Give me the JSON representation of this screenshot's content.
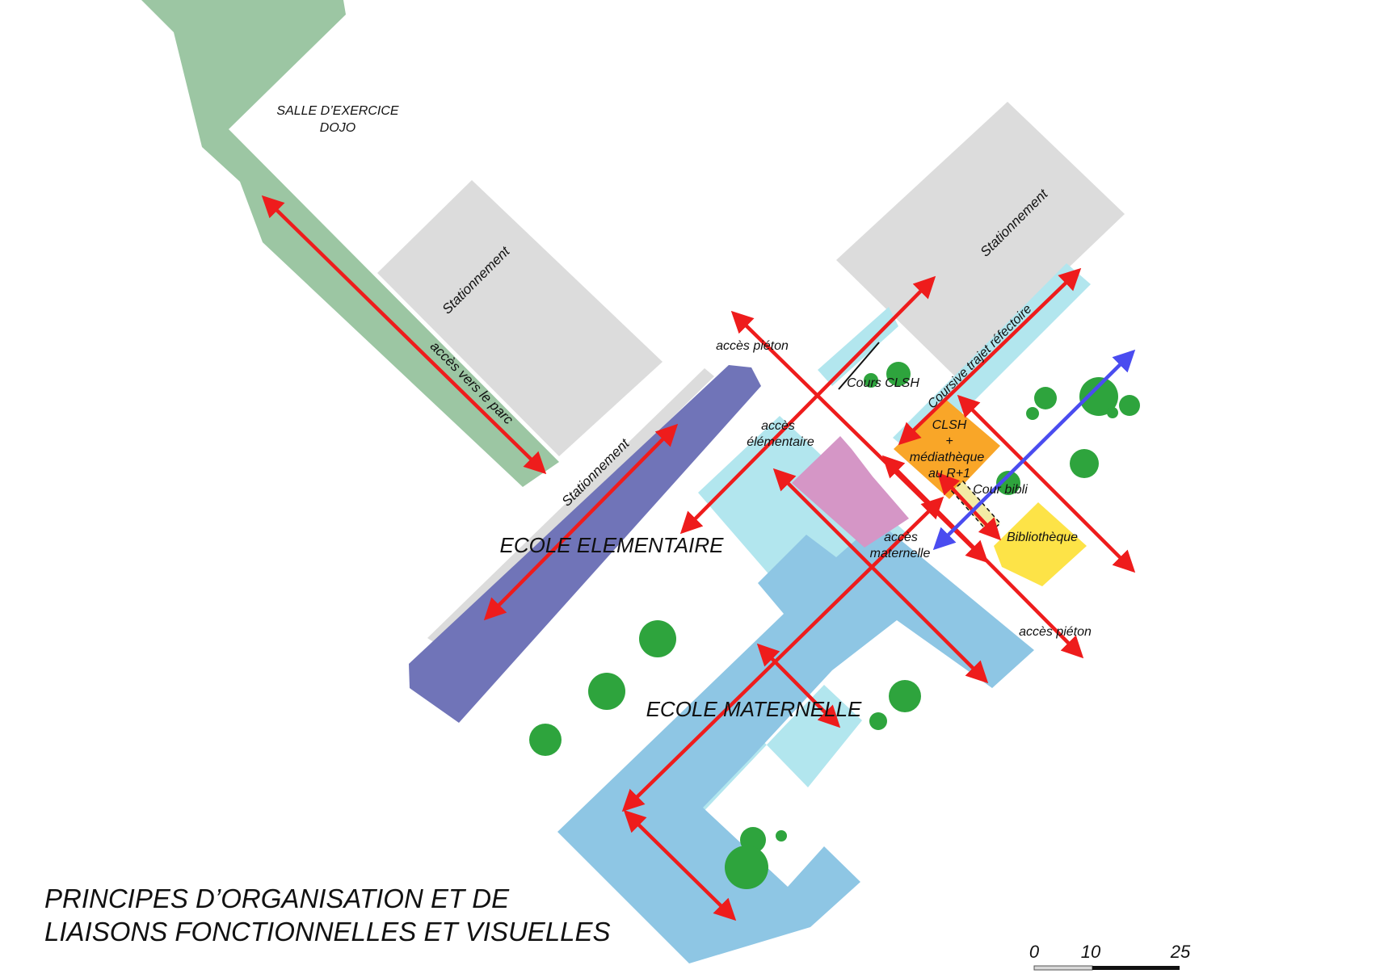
{
  "title": {
    "line1": "PRINCIPES D’ORGANISATION ET DE",
    "line2": "LIAISONS FONCTIONNELLES ET VISUELLES"
  },
  "labels": {
    "salle_exercice_line1": "SALLE D’EXERCICE",
    "salle_exercice_line2": "DOJO",
    "stationnement_left": "Stationnement",
    "stationnement_right": "Stationnement",
    "stationnement_lower": "Stationnement",
    "acces_parc": "accès vers le parc",
    "acces_pieton_top": "accès piéton",
    "acces_pieton_bottom": "accès piéton",
    "cours_clsh": "Cours CLSH",
    "coursive": "Coursive trajet réfectoire",
    "acces_elementaire_line1": "accès",
    "acces_elementaire_line2": "élémentaire",
    "clsh_line1": "CLSH",
    "clsh_line2": "+",
    "clsh_line3": "médiathèque",
    "clsh_line4": "au R+1",
    "cour_bibli": "Cour bibli",
    "bibliotheque": "Bibliothèque",
    "acces_maternelle_line1": "accès",
    "acces_maternelle_line2": "maternelle",
    "ecole_elementaire": "ECOLE ELEMENTAIRE",
    "ecole_maternelle": "ECOLE MATERNELLE"
  },
  "scale_bar": {
    "tick_0": "0",
    "tick_10": "10",
    "tick_25": "25"
  },
  "colors": {
    "park_green": "#9cc6a3",
    "parking_grey": "#dcdcdc",
    "elementary_purple": "#7074b8",
    "courtyard_light_blue": "#b2e6ee",
    "maternelle_blue": "#8ec6e4",
    "pink_block": "#d596c6",
    "clsh_orange": "#f9a628",
    "library_yellow": "#fde347",
    "tree_green": "#2ea43d",
    "arrow_red": "#ee1c1c",
    "arrow_blue": "#4a4cf0"
  }
}
